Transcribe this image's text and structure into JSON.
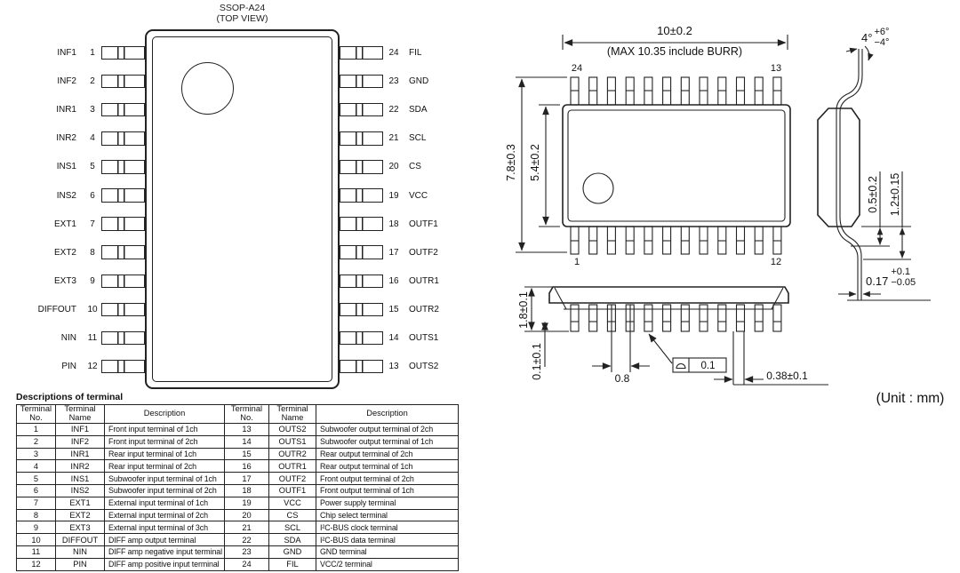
{
  "pinout": {
    "title": "SSOP-A24",
    "subtitle": "(TOP VIEW)",
    "left_pins": [
      {
        "num": "1",
        "name": "INF1"
      },
      {
        "num": "2",
        "name": "INF2"
      },
      {
        "num": "3",
        "name": "INR1"
      },
      {
        "num": "4",
        "name": "INR2"
      },
      {
        "num": "5",
        "name": "INS1"
      },
      {
        "num": "6",
        "name": "INS2"
      },
      {
        "num": "7",
        "name": "EXT1"
      },
      {
        "num": "8",
        "name": "EXT2"
      },
      {
        "num": "9",
        "name": "EXT3"
      },
      {
        "num": "10",
        "name": "DIFFOUT"
      },
      {
        "num": "11",
        "name": "NIN"
      },
      {
        "num": "12",
        "name": "PIN"
      }
    ],
    "right_pins": [
      {
        "num": "24",
        "name": "FIL"
      },
      {
        "num": "23",
        "name": "GND"
      },
      {
        "num": "22",
        "name": "SDA"
      },
      {
        "num": "21",
        "name": "SCL"
      },
      {
        "num": "20",
        "name": "CS"
      },
      {
        "num": "19",
        "name": "VCC"
      },
      {
        "num": "18",
        "name": "OUTF1"
      },
      {
        "num": "17",
        "name": "OUTF2"
      },
      {
        "num": "16",
        "name": "OUTR1"
      },
      {
        "num": "15",
        "name": "OUTR2"
      },
      {
        "num": "14",
        "name": "OUTS1"
      },
      {
        "num": "13",
        "name": "OUTS2"
      }
    ]
  },
  "terminal_table": {
    "title": "Descriptions of terminal",
    "headers": {
      "no1": "Terminal",
      "no2": "No.",
      "name1": "Terminal",
      "name2": "Name",
      "desc": "Description"
    },
    "rows_left": [
      {
        "no": "1",
        "name": "INF1",
        "desc": "Front input terminal of 1ch"
      },
      {
        "no": "2",
        "name": "INF2",
        "desc": "Front input terminal of 2ch"
      },
      {
        "no": "3",
        "name": "INR1",
        "desc": "Rear input terminal of 1ch"
      },
      {
        "no": "4",
        "name": "INR2",
        "desc": "Rear input terminal of 2ch"
      },
      {
        "no": "5",
        "name": "INS1",
        "desc": "Subwoofer input terminal of 1ch"
      },
      {
        "no": "6",
        "name": "INS2",
        "desc": "Subwoofer input terminal of 2ch"
      },
      {
        "no": "7",
        "name": "EXT1",
        "desc": "External input terminal of 1ch"
      },
      {
        "no": "8",
        "name": "EXT2",
        "desc": "External input terminal of 2ch"
      },
      {
        "no": "9",
        "name": "EXT3",
        "desc": "External input terminal of 3ch"
      },
      {
        "no": "10",
        "name": "DIFFOUT",
        "desc": "DIFF amp output terminal"
      },
      {
        "no": "11",
        "name": "NIN",
        "desc": "DIFF amp negative input terminal"
      },
      {
        "no": "12",
        "name": "PIN",
        "desc": "DIFF amp positive input terminal"
      }
    ],
    "rows_right": [
      {
        "no": "13",
        "name": "OUTS2",
        "desc": "Subwoofer output terminal of 2ch"
      },
      {
        "no": "14",
        "name": "OUTS1",
        "desc": "Subwoofer output terminal of 1ch"
      },
      {
        "no": "15",
        "name": "OUTR2",
        "desc": "Rear output terminal of 2ch"
      },
      {
        "no": "16",
        "name": "OUTR1",
        "desc": "Rear output terminal of 1ch"
      },
      {
        "no": "17",
        "name": "OUTF2",
        "desc": "Front output terminal of 2ch"
      },
      {
        "no": "18",
        "name": "OUTF1",
        "desc": "Front output terminal of 1ch"
      },
      {
        "no": "19",
        "name": "VCC",
        "desc": "Power supply terminal"
      },
      {
        "no": "20",
        "name": "CS",
        "desc": "Chip select terminal"
      },
      {
        "no": "21",
        "name": "SCL",
        "desc": "I²C-BUS clock terminal"
      },
      {
        "no": "22",
        "name": "SDA",
        "desc": "I²C-BUS data terminal"
      },
      {
        "no": "23",
        "name": "GND",
        "desc": "GND terminal"
      },
      {
        "no": "24",
        "name": "FIL",
        "desc": "VCC/2 terminal"
      }
    ]
  },
  "package": {
    "top_view": {
      "width": "10±0.2",
      "burr_note": "(MAX 10.35 include BURR)",
      "pin24": "24",
      "pin13": "13",
      "pin1": "1",
      "pin12": "12",
      "height_outer": "7.8±0.3",
      "height_body": "5.4±0.2"
    },
    "side_view": {
      "height": "1.8±0.1",
      "standoff": "0.1±0.1",
      "pitch": "0.8",
      "seating_flatness": "0.1",
      "lead_width": "0.38±0.1"
    },
    "end_view": {
      "lead_angle": "4°",
      "angle_tol_plus": "+6°",
      "angle_tol_minus": "−4°",
      "foot_length": "0.5±0.2",
      "lead_length": "1.2±0.15",
      "lead_thickness": "0.17",
      "thickness_tol_plus": "+0.1",
      "thickness_tol_minus": "−0.05"
    },
    "unit_note": "(Unit : mm)"
  }
}
